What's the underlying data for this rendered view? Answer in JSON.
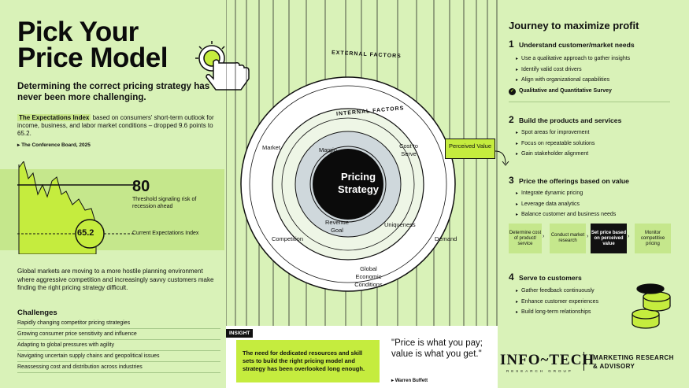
{
  "left": {
    "title_line1": "Pick Your",
    "title_line2": "Price Model",
    "subtitle": "Determining the correct pricing strategy has never been more challenging.",
    "index_name": "The Expectations Index",
    "index_text": " based on consumers' short-term outlook for income, business, and labor market conditions – dropped 9.6 points to 65.2.",
    "source": "The Conference Board, 2025",
    "threshold_value": "80",
    "threshold_label": "Threshold signaling risk of recession ahead",
    "current_value": "65.2",
    "current_label": "Current Expectations Index",
    "paragraph": "Global markets are moving to a more hostile planning environment where aggressive competition and increasingly savvy customers make finding the right pricing strategy difficult.",
    "challenges_heading": "Challenges",
    "challenges": [
      "Rapidly changing competitor pricing strategies",
      "Growing consumer price sensitivity and influence",
      "Adapting to global pressures with agility",
      "Navigating uncertain supply chains and geopolitical issues",
      "Reassessing cost and distribution across industries"
    ]
  },
  "wheel": {
    "external_label": "EXTERNAL FACTORS",
    "internal_label": "INTERNAL FACTORS",
    "center_line1": "Pricing",
    "center_line2": "Strategy",
    "external_items": [
      "Market",
      "Competition",
      "Global Economic Conditions",
      "Demand"
    ],
    "internal_items": [
      "Margin",
      "Cost to Serve",
      "Revenue Goal",
      "Uniqueness"
    ],
    "perceived": "Perceived Value"
  },
  "insight": {
    "tag": "INSIGHT",
    "text": "The need for dedicated resources and skill sets to build the right pricing model and strategy has been overlooked long enough.",
    "quote": "\"Price is what you pay; value is what you get.\"",
    "quote_by": "Warren Buffett"
  },
  "journey": {
    "title": "Journey to maximize profit",
    "steps": [
      {
        "num": "1",
        "heading": "Understand customer/market needs",
        "bullets": [
          "Use a qualitative approach to gather insights",
          "Identify valid cost drivers",
          "Align with organizational capabilities"
        ]
      },
      {
        "num": "2",
        "heading": "Build the products and services",
        "bullets": [
          "Spot areas for improvement",
          "Focus on repeatable solutions",
          "Gain stakeholder alignment"
        ]
      },
      {
        "num": "3",
        "heading": "Price the offerings based on value",
        "bullets": [
          "Integrate dynamic pricing",
          "Leverage data analytics",
          "Balance customer and business needs"
        ]
      },
      {
        "num": "4",
        "heading": "Serve to customers",
        "bullets": [
          "Gather feedback continuously",
          "Enhance customer experiences",
          "Build long-term relationships"
        ]
      }
    ],
    "survey": "Qualitative and Quantitative Survey",
    "flow": [
      "Determine cost of product/ service",
      "Conduct market research",
      "Set price based on perceived value",
      "Monitor competitive pricing"
    ]
  },
  "brand": {
    "logo": "INFO~TECH",
    "logo_sub": "RESEARCH GROUP",
    "division_line1": "MARKETING RESEARCH",
    "division_line2": "& ADVISORY"
  },
  "colors": {
    "background": "#d9f2b8",
    "accent": "#c5ec3e",
    "dark": "#111111"
  }
}
